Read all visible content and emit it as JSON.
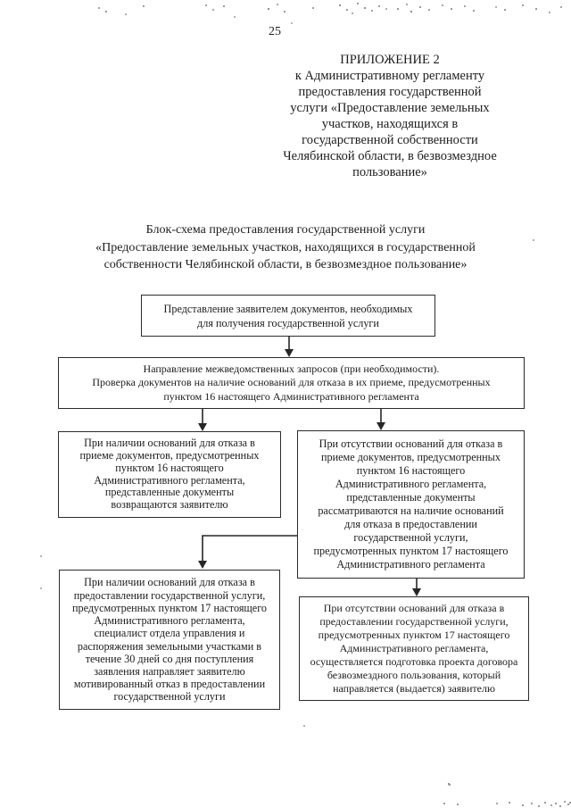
{
  "page": {
    "number": "25",
    "appendix_lines": [
      "ПРИЛОЖЕНИЕ 2",
      "к Административному регламенту",
      "предоставления государственной",
      "услуги «Предоставление земельных",
      "участков, находящихся в",
      "государственной собственности",
      "Челябинской области, в безвозмездное",
      "пользование»"
    ],
    "title_lines": [
      "Блок-схема предоставления государственной услуги",
      "«Предоставление земельных участков, находящихся в государственной",
      "собственности Челябинской области, в безвозмездное пользование»"
    ]
  },
  "flowchart": {
    "nodes": [
      {
        "id": "submit-documents",
        "text": "Представление заявителем документов, необходимых\nдля получения государственной услуги"
      },
      {
        "id": "interagency-requests-check",
        "text": "Направление межведомственных запросов (при необходимости).\nПроверка документов на наличие оснований для отказа в их приеме, предусмотренных\nпунктом 16 настоящего Административного регламента"
      },
      {
        "id": "refusal-grounds-present-acceptance",
        "text": "При наличии оснований для отказа в\nприеме документов, предусмотренных\nпунктом 16 настоящего\nАдминистративного регламента,\nпредставленные документы\nвозвращаются заявителю"
      },
      {
        "id": "no-refusal-grounds-acceptance",
        "text": "При отсутствии оснований для отказа в\nприеме документов, предусмотренных\nпунктом 16 настоящего\nАдминистративного регламента,\nпредставленные документы\nрассматриваются на наличие оснований\nдля отказа в предоставлении\nгосударственной услуги,\nпредусмотренных пунктом 17 настоящего\nАдминистративного регламента"
      },
      {
        "id": "refusal-grounds-present-provision",
        "text": "При наличии оснований для отказа в\nпредоставлении государственной услуги,\nпредусмотренных пунктом 17 настоящего\nАдминистративного регламента,\nспециалист отдела управления и\nраспоряжения земельными участками в\nтечение 30 дней со дня поступления\nзаявления направляет заявителю\nмотивированный отказ в предоставлении\nгосударственной услуги"
      },
      {
        "id": "no-refusal-grounds-provision",
        "text": "При отсутствии оснований для отказа в\nпредоставлении государственной услуги,\nпредусмотренных пунктом 17 настоящего\nАдминистративного регламента,\nосуществляется подготовка проекта договора\nбезвозмездного пользования, который\nнаправляется (выдается) заявителю"
      }
    ]
  }
}
